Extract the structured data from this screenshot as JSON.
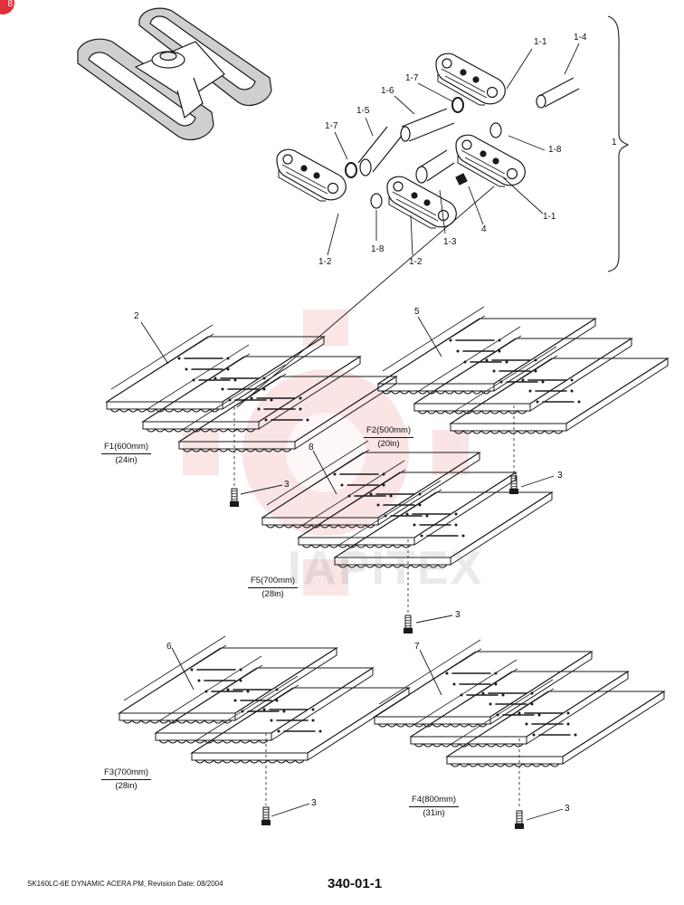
{
  "badge": {
    "text": "8"
  },
  "callouts": {
    "c1_1a": "1-1",
    "c1_4": "1-4",
    "c1_7a": "1-7",
    "c1_6": "1-6",
    "c1_5": "1-5",
    "c1_7b": "1-7",
    "c1_8a": "1-8",
    "c1": "1",
    "c1_1b": "1-1",
    "c4": "4",
    "c1_3": "1-3",
    "c1_8b": "1-8",
    "c1_2a": "1-2",
    "c1_2b": "1-2",
    "c2": "2",
    "c5": "5",
    "c8": "8",
    "c6": "6",
    "c7": "7",
    "c3a": "3",
    "c3b": "3",
    "c3c": "3",
    "c3d": "3",
    "c3e": "3"
  },
  "shoe_sizes": [
    {
      "code": "F1(600mm)",
      "inch": "(24in)"
    },
    {
      "code": "F2(500mm)",
      "inch": "(20in)"
    },
    {
      "code": "F5(700mm)",
      "inch": "(28in)"
    },
    {
      "code": "F3(700mm)",
      "inch": "(28in)"
    },
    {
      "code": "F4(800mm)",
      "inch": "(31in)"
    }
  ],
  "watermark": "IAPITEX",
  "footer": {
    "left": "SK160LC-6E DYNAMIC ACERA PM, Revision Date: 08/2004",
    "page_number": "340-01-1"
  },
  "colors": {
    "ink": "#1a1a1a",
    "badge": "#e0303a",
    "watermark_logo": "#e04848"
  }
}
